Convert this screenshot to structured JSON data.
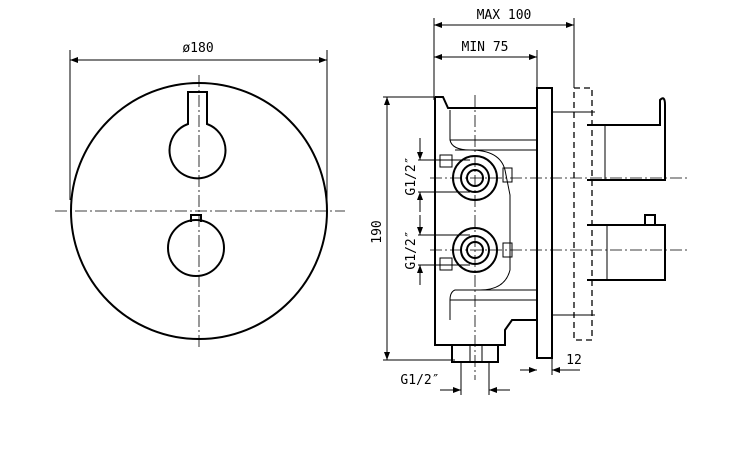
{
  "front_view": {
    "diameter_label": "ø180"
  },
  "side_view": {
    "max_depth_label": "MAX 100",
    "min_depth_label": "MIN 75",
    "height_label": "190",
    "upper_inlet_label": "G1/2″",
    "lower_inlet_label": "G1/2″",
    "bottom_outlet_label": "G1/2″",
    "plate_thickness_label": "12"
  }
}
